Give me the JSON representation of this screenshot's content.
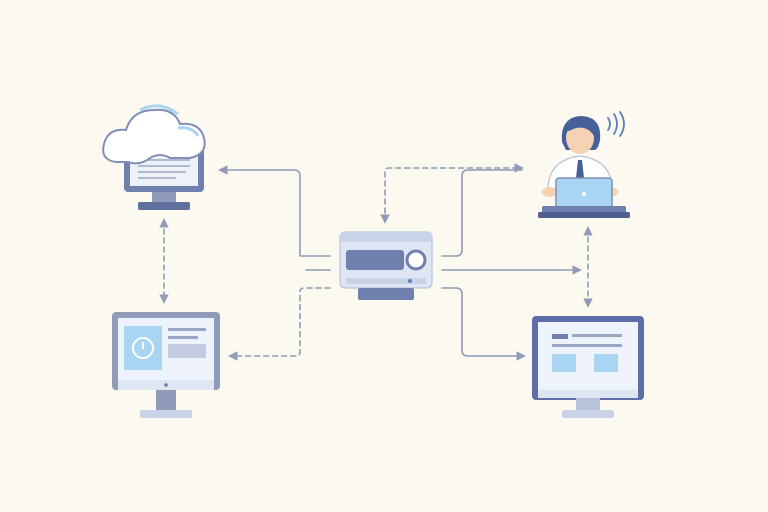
{
  "diagram": {
    "nodes": [
      {
        "id": "cloud-server",
        "icon": "cloud-monitor-icon"
      },
      {
        "id": "hub-device",
        "icon": "router-icon"
      },
      {
        "id": "operator",
        "icon": "person-with-laptop-icon"
      },
      {
        "id": "dashboard-monitor-left",
        "icon": "monitor-dashboard-icon"
      },
      {
        "id": "dashboard-monitor-right",
        "icon": "monitor-dashboard-icon"
      }
    ],
    "edges": [
      {
        "from": "hub-device",
        "to": "cloud-server",
        "style": "solid"
      },
      {
        "from": "hub-device",
        "to": "dashboard-monitor-left",
        "style": "dashed"
      },
      {
        "from": "hub-device",
        "to": "operator",
        "style": "dashed"
      },
      {
        "from": "hub-device",
        "to": "operator",
        "style": "solid"
      },
      {
        "from": "hub-device",
        "to": "dashboard-monitor-right",
        "style": "solid"
      },
      {
        "from": "cloud-server",
        "to": "dashboard-monitor-left",
        "style": "dashed",
        "bidirectional": true
      },
      {
        "from": "operator",
        "to": "dashboard-monitor-right",
        "style": "dashed",
        "bidirectional": true
      }
    ]
  },
  "colors": {
    "background": "#fcfaf0",
    "connector": "#8f9bb8",
    "device_body": "#dfe6f3",
    "device_dark": "#6f7fae",
    "screen_blue": "#a9d4f2",
    "accent_blue": "#5d7fc0",
    "skin": "#f5d2b4",
    "hair": "#46609a"
  }
}
